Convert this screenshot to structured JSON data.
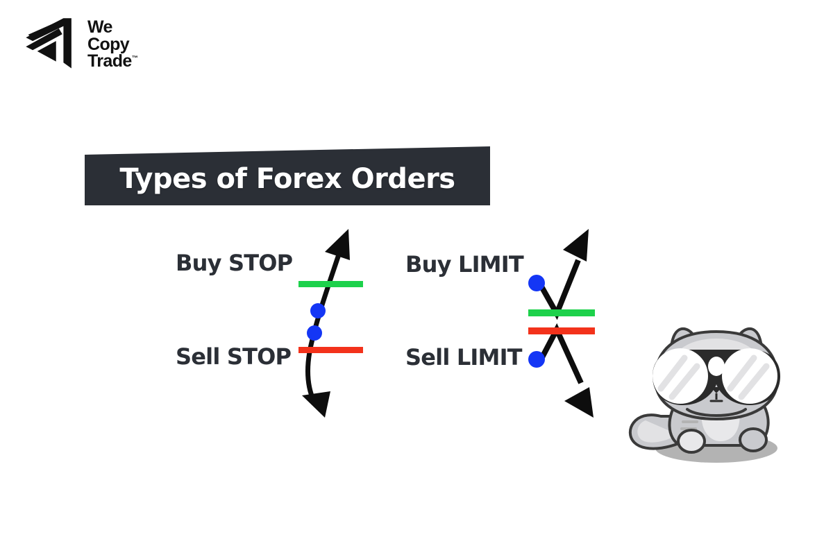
{
  "brand": {
    "logo_icon": "wecopytrade-arrow-logo",
    "line1": "We",
    "line2": "Copy",
    "line3": "Trade",
    "trademark": "™"
  },
  "banner": {
    "title": "Types of Forex Orders",
    "background_color": "#2b2f36",
    "text_color": "#ffffff"
  },
  "colors": {
    "green_line": "#1dd14b",
    "red_line": "#f3321b",
    "blue_dot": "#1436f5",
    "arrow_black": "#0d0d0d",
    "label_text": "#2b2f36",
    "cat_body": "#c9cace",
    "cat_outline": "#3a3a3a",
    "cat_shadow": "#b3b3b3"
  },
  "diagrams": [
    {
      "id": "stop-orders",
      "labels": {
        "upper": "Buy STOP",
        "lower": "Sell STOP"
      },
      "upper_line": "green",
      "lower_line": "red",
      "dot_count": 2,
      "arrow_style": "double-headed-curve",
      "description": "Buy STOP above green line, Sell STOP below red line"
    },
    {
      "id": "limit-orders",
      "labels": {
        "upper": "Buy LIMIT",
        "lower": "Sell LIMIT"
      },
      "upper_line": "green",
      "lower_line": "red",
      "dot_count": 2,
      "arrow_style": "v-shaped-rebound",
      "description": "Buy LIMIT rebounds off green line, Sell LIMIT rebounds off red line"
    }
  ],
  "mascot": {
    "name": "cat-with-glasses-mascot"
  }
}
